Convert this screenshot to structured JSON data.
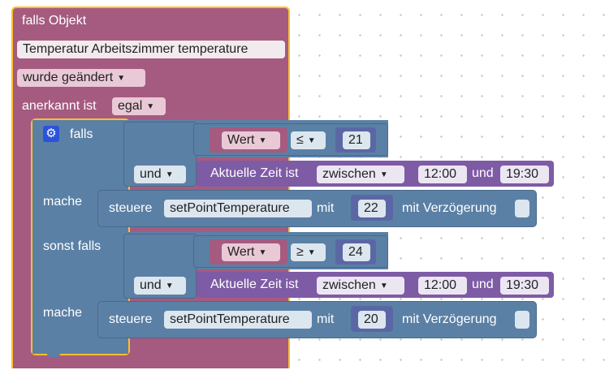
{
  "trigger": {
    "title": "falls Objekt",
    "object_name": "Temperatur Arbeitszimmer temperature",
    "change_mode": "wurde geändert",
    "ack_label": "anerkannt ist",
    "ack_value": "egal"
  },
  "if_block": {
    "falls_label": "falls",
    "mache_label": "mache",
    "sonst_falls_label": "sonst falls",
    "icons": {
      "settings": "gear-icon",
      "dropdown": "triangle-down-icon"
    }
  },
  "branches": [
    {
      "compare_var": "Wert",
      "operator": "≤",
      "compare_value": "21",
      "logic_op": "und",
      "time_label": "Aktuelle Zeit ist",
      "time_mode": "zwischen",
      "time_from": "12:00",
      "time_and": "und",
      "time_to": "19:30",
      "action_label": "steuere",
      "action_state": "setPointTemperature",
      "action_mit": "mit",
      "action_value": "22",
      "delay_label": "mit Verzögerung"
    },
    {
      "compare_var": "Wert",
      "operator": "≥",
      "compare_value": "24",
      "logic_op": "und",
      "time_label": "Aktuelle Zeit ist",
      "time_mode": "zwischen",
      "time_from": "12:00",
      "time_and": "und",
      "time_to": "19:30",
      "action_label": "steuere",
      "action_state": "setPointTemperature",
      "action_mit": "mit",
      "action_value": "20",
      "delay_label": "mit Verzögerung"
    }
  ],
  "colors": {
    "trigger_block": "#a55b80",
    "control_block": "#5b80a5",
    "time_block": "#7e5ba5",
    "number_block": "#5b67a5",
    "selection_outline": "#fbc02d"
  }
}
